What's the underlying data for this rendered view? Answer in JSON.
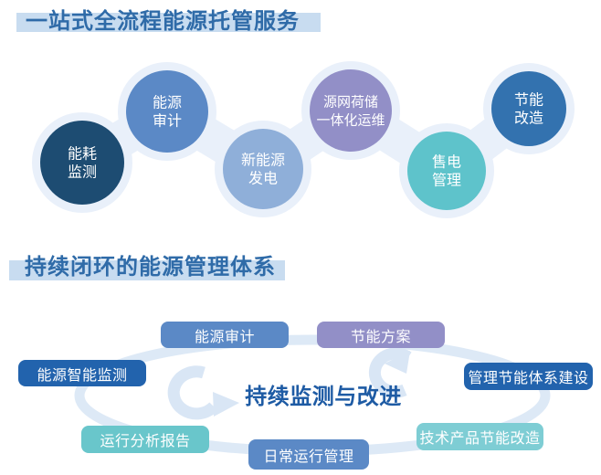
{
  "colors": {
    "title_text": "#2f6ba8",
    "title_bar_bg": "#c8dcf0",
    "halo": "#e9f0fa",
    "ring": "#dde9f6",
    "arrow": "#d9e6f5",
    "center_text": "#1e5ba4"
  },
  "section1": {
    "title": "一站式全流程能源托管服务",
    "circles": [
      {
        "line1": "能耗",
        "line2": "监测",
        "color": "#1d4c72"
      },
      {
        "line1": "能源",
        "line2": "审计",
        "color": "#5b89c6"
      },
      {
        "line1": "新能源",
        "line2": "发电",
        "color": "#8fafd9"
      },
      {
        "line1": "源网荷储",
        "line2": "一体化运维",
        "color": "#928fc7"
      },
      {
        "line1": "售电",
        "line2": "管理",
        "color": "#5ec3cb"
      },
      {
        "line1": "节能",
        "line2": "改造",
        "color": "#3372af"
      }
    ]
  },
  "section2": {
    "title": "持续闭环的能源管理体系",
    "center_label": "持续监测与改进",
    "nodes": [
      {
        "label": "能源审计",
        "color": "#5b89c6"
      },
      {
        "label": "节能方案",
        "color": "#928fc7"
      },
      {
        "label": "能源智能监测",
        "color": "#2263ad"
      },
      {
        "label": "管理节能体系建设",
        "color": "#2263ad"
      },
      {
        "label": "运行分析报告",
        "color": "#69c6cb"
      },
      {
        "label": "日常运行管理",
        "color": "#5b89c6"
      },
      {
        "label": "技术产品节能改造",
        "color": "#7ecdd4"
      }
    ]
  }
}
